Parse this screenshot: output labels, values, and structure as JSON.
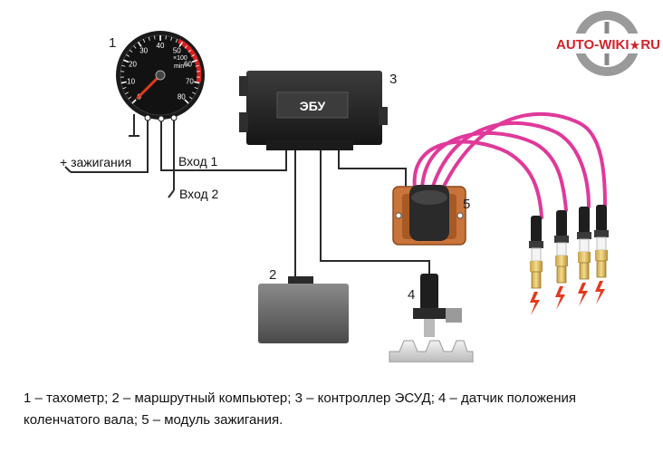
{
  "logo": {
    "text": "AUTO-WIKI",
    "star": "★",
    "suffix": "RU"
  },
  "tachometer": {
    "number": "1",
    "scale": [
      "0",
      "10",
      "20",
      "30",
      "40",
      "50",
      "60",
      "70",
      "80"
    ],
    "unit_line1": "×100",
    "unit_line2": "min⁻¹"
  },
  "ecu": {
    "number": "3",
    "label": "ЭБУ"
  },
  "computer": {
    "number": "2"
  },
  "sensor": {
    "number": "4"
  },
  "ignition_module": {
    "number": "5"
  },
  "wires": {
    "ignition": "+ зажигания",
    "input1": "Вход 1",
    "input2": "Вход 2"
  },
  "caption": {
    "line1": "1 – тахометр; 2 – маршрутный компьютер; 3 – контроллер ЭСУД; 4 – датчик положения",
    "line2": "коленчатого вала; 5 – модуль зажигания."
  },
  "colors": {
    "hv_wire": "#e0399a",
    "housing": "#2b2b2b",
    "spark": "#e8381e",
    "coil": "#c9743a"
  }
}
